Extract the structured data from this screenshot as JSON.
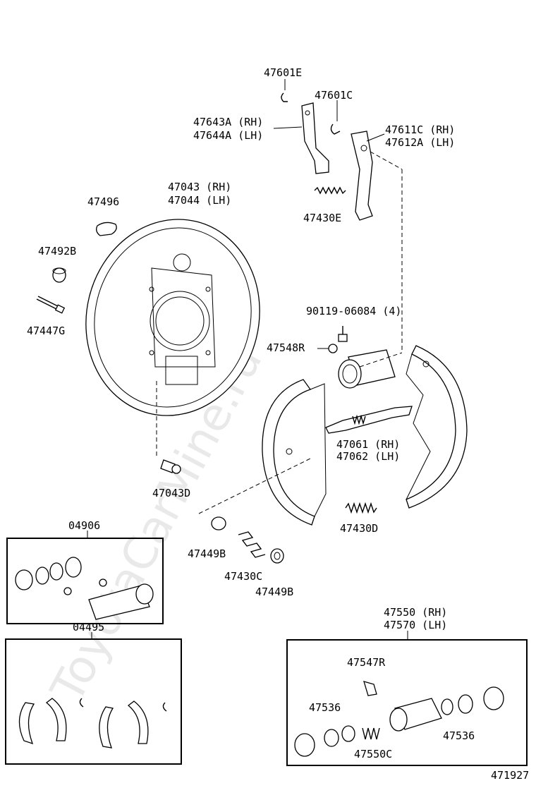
{
  "watermark": "ToyotaCarMine.ru",
  "figure_number": "471927",
  "labels": {
    "p47601E": "47601E",
    "p47601C": "47601C",
    "p47643A": "47643A (RH)",
    "p47644A": "47644A (LH)",
    "p47611C": "47611C (RH)",
    "p47612A": "47612A (LH)",
    "p47043": "47043 (RH)",
    "p47044": "47044 (LH)",
    "p47496": "47496",
    "p47430E": "47430E",
    "p47492B": "47492B",
    "p47447G": "47447G",
    "p90119": "90119-06084 (4)",
    "p47548R": "47548R",
    "p47061": "47061 (RH)",
    "p47062": "47062 (LH)",
    "p47043D": "47043D",
    "p47430D": "47430D",
    "p04906": "04906",
    "p47449B_a": "47449B",
    "p47430C": "47430C",
    "p47449B_b": "47449B",
    "p04495": "04495",
    "p47550": "47550 (RH)",
    "p47570": "47570 (LH)",
    "p47547R": "47547R",
    "p47536_a": "47536",
    "p47536_b": "47536",
    "p47550C": "47550C"
  }
}
